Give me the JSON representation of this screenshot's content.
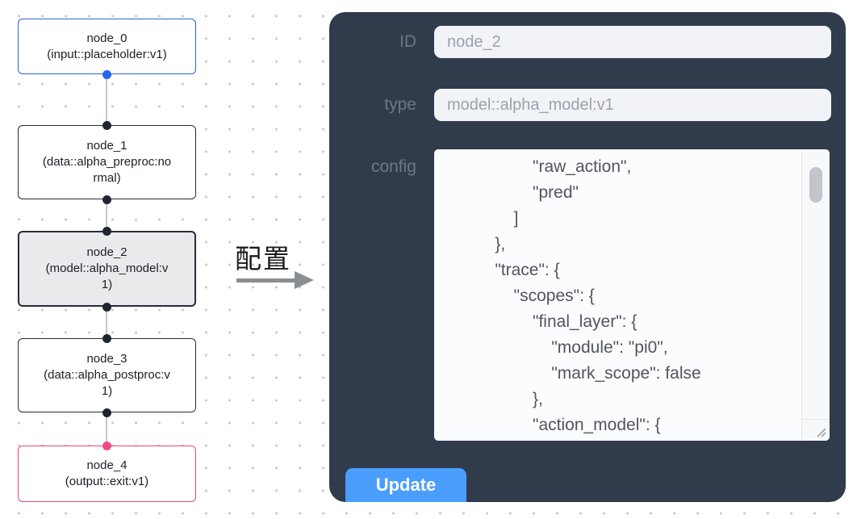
{
  "canvas": {
    "nodes": [
      {
        "title": "node_0",
        "subtitle": "(input::placeholder:v1)",
        "kind": "input"
      },
      {
        "title": "node_1",
        "subtitle": "(data::alpha_preproc:normal)",
        "kind": "data"
      },
      {
        "title": "node_2",
        "subtitle": "(model::alpha_model:v1)",
        "kind": "model-selected"
      },
      {
        "title": "node_3",
        "subtitle": "(data::alpha_postproc:v1)",
        "kind": "data"
      },
      {
        "title": "node_4",
        "subtitle": "(output::exit:v1)",
        "kind": "output"
      }
    ]
  },
  "transition": {
    "label": "配置"
  },
  "panel": {
    "id_label": "ID",
    "id_value": "node_2",
    "type_label": "type",
    "type_value": "model::alpha_model:v1",
    "config_label": "config",
    "config_text": "            \"raw_action\",\n            \"pred\"\n        ]\n    },\n    \"trace\": {\n        \"scopes\": {\n            \"final_layer\": {\n                \"module\": \"pi0\",\n                \"mark_scope\": false\n            },\n            \"action_model\": {",
    "update_label": "Update"
  },
  "colors": {
    "panel_bg": "#303b4c",
    "accent_blue": "#4a9efb",
    "node_input_border": "#2b63d9",
    "node_output_border": "#e8457f",
    "node_selected_bg": "#e9eaec",
    "port_blue": "#2563eb",
    "port_dark": "#20242e",
    "port_pink": "#ea4a87"
  }
}
